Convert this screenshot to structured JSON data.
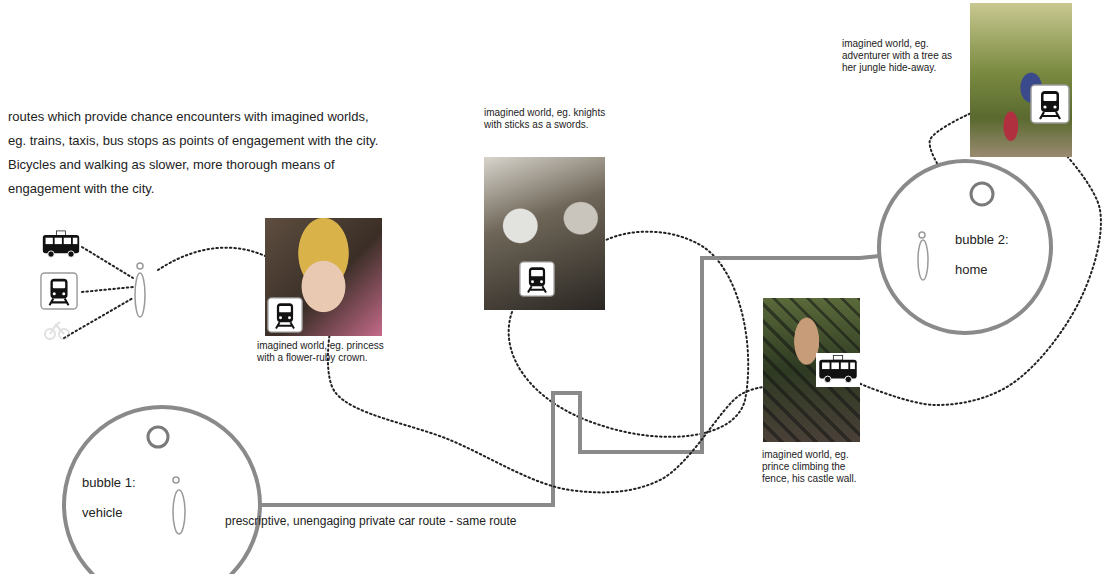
{
  "diagram": {
    "nodes": [
      {
        "text": [
          "bubble 1: vehicle"
        ]
      },
      {
        "text": [
          "imagined world, eg. princess with a flower-ruby crown."
        ]
      },
      {
        "text": [
          "imagined world, eg. knights with sticks as a swords."
        ]
      },
      {
        "text": [
          "imagined world, eg. prince climbing the fence, his castle wall."
        ]
      },
      {
        "text": [
          "bubble 2: home"
        ]
      },
      {
        "text": [
          "imagined world, eg. adventurer with a tree as her jungle hide-away."
        ]
      }
    ],
    "edges": [
      {
        "from": 0,
        "to": 4,
        "arrow": "none",
        "label": "prescriptive, unengaging private car route - same route"
      },
      {
        "from": 1,
        "to": 3,
        "arrow": "none"
      },
      {
        "from": 3,
        "to": 5,
        "arrow": "none"
      },
      {
        "from": 5,
        "to": 4,
        "arrow": "none"
      }
    ],
    "labels": [
      "routes which provide chance encounters with imagined worlds, eg. trains, taxis, bus stops as points of engagement with the city. Bicycles and walking as slower, more thorough means of engagement with the city."
    ]
  }
}
